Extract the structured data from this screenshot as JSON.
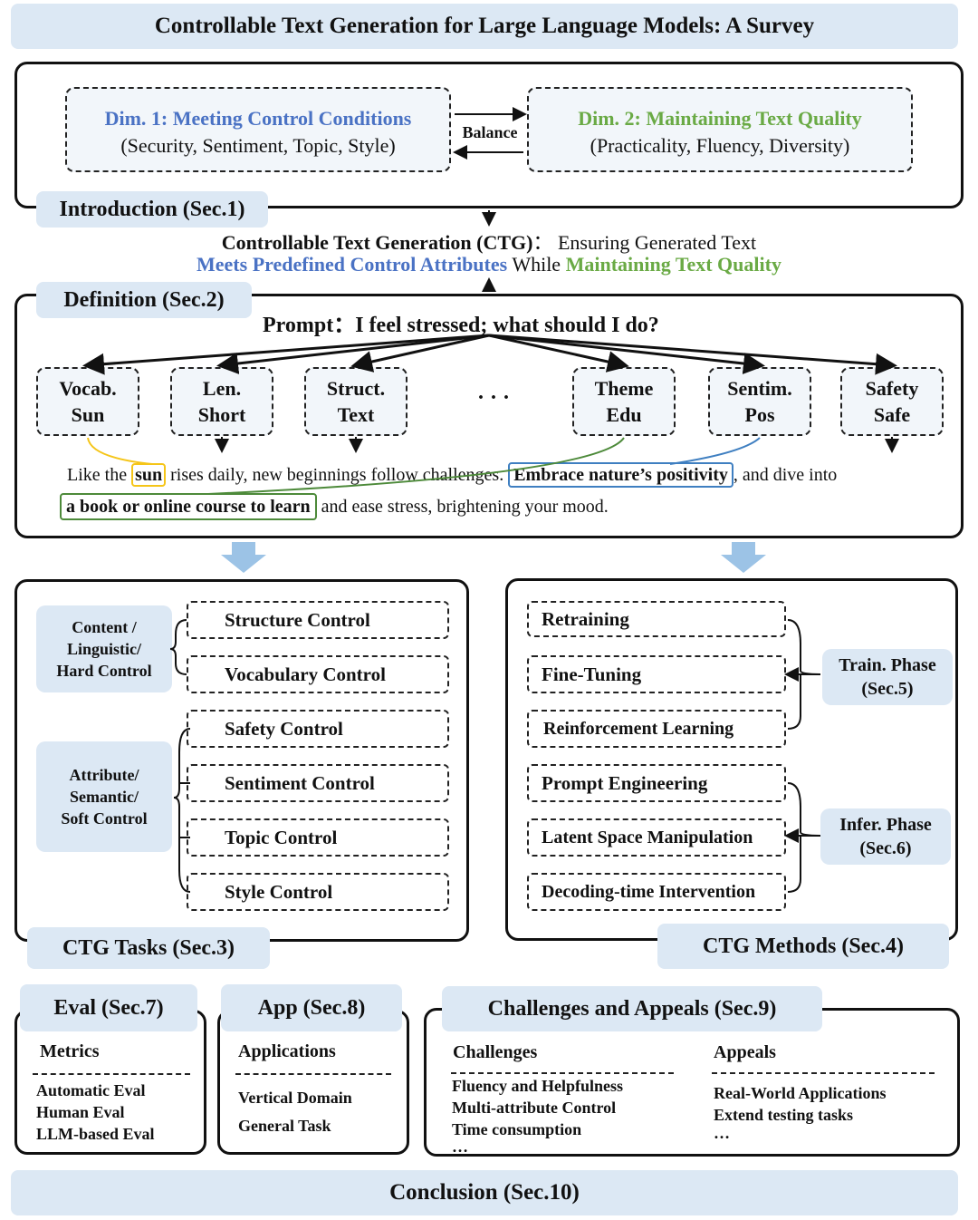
{
  "title": "Controllable Text Generation for Large Language Models: A Survey",
  "intro": {
    "tab": "Introduction (Sec.1)",
    "dim1_title": "Dim. 1: Meeting Control Conditions",
    "dim1_sub": "(Security, Sentiment, Topic, Style)",
    "balance": "Balance",
    "dim2_title": "Dim. 2: Maintaining Text Quality",
    "dim2_sub": "(Practicality, Fluency, Diversity)"
  },
  "ctg_def": {
    "label": "Controllable Text Generation (CTG)",
    "sep": "：",
    "rest": "Ensuring Generated Text",
    "meets": "Meets Predefined Control Attributes",
    "while": "While",
    "maintain": "Maintaining Text Quality"
  },
  "definition": {
    "tab": "Definition (Sec.2)",
    "prompt_label": "Prompt：",
    "prompt_text": "I feel stressed; what should I do?",
    "attrs": [
      {
        "line1": "Vocab.",
        "line2": "Sun"
      },
      {
        "line1": "Len.",
        "line2": "Short"
      },
      {
        "line1": "Struct.",
        "line2": "Text"
      },
      {
        "line1": "Theme",
        "line2": "Edu"
      },
      {
        "line1": "Sentim.",
        "line2": "Pos"
      },
      {
        "line1": "Safety",
        "line2": "Safe"
      }
    ],
    "ellipsis": "· · ·",
    "text_a": "Like the",
    "text_sun": "sun",
    "text_b": "rises daily, new beginnings follow challenges.",
    "text_embrace": "Embrace nature’s positivity",
    "text_c": ", and dive into",
    "text_book": "a book or online course to learn",
    "text_d": "and ease stress, brightening your mood."
  },
  "tasks": {
    "tab": "CTG Tasks (Sec.3)",
    "cat1": [
      "Content /",
      "Linguistic/",
      "Hard Control"
    ],
    "cat2": [
      "Attribute/",
      "Semantic/",
      "Soft Control"
    ],
    "items": [
      "Structure Control",
      "Vocabulary Control",
      "Safety Control",
      "Sentiment Control",
      "Topic Control",
      "Style Control"
    ]
  },
  "methods": {
    "tab": "CTG Methods (Sec.4)",
    "items": [
      "Retraining",
      "Fine-Tuning",
      "Reinforcement Learning",
      "Prompt Engineering",
      "Latent Space Manipulation",
      "Decoding-time Intervention"
    ],
    "train": [
      "Train. Phase",
      "(Sec.5)"
    ],
    "infer": [
      "Infer. Phase",
      "(Sec.6)"
    ]
  },
  "eval": {
    "tab": "Eval (Sec.7)",
    "header": "Metrics",
    "items": [
      "Automatic Eval",
      "Human Eval",
      "LLM-based Eval"
    ]
  },
  "app": {
    "tab": "App (Sec.8)",
    "header": "Applications",
    "items": [
      "Vertical Domain",
      "General Task"
    ]
  },
  "challenges": {
    "tab": "Challenges and Appeals (Sec.9)",
    "c_header": "Challenges",
    "c_items": [
      "Fluency and Helpfulness",
      "Multi-attribute Control",
      "Time consumption",
      "…"
    ],
    "a_header": "Appeals",
    "a_items": [
      "Real-World Applications",
      "Extend testing tasks",
      "…"
    ]
  },
  "conclusion": "Conclusion (Sec.10)",
  "colors": {
    "blue": "#4a72c4",
    "green": "#6aaa45",
    "panel": "#dce8f4",
    "sun_box": "#f5c518",
    "arrow": "#9cc3e6"
  }
}
